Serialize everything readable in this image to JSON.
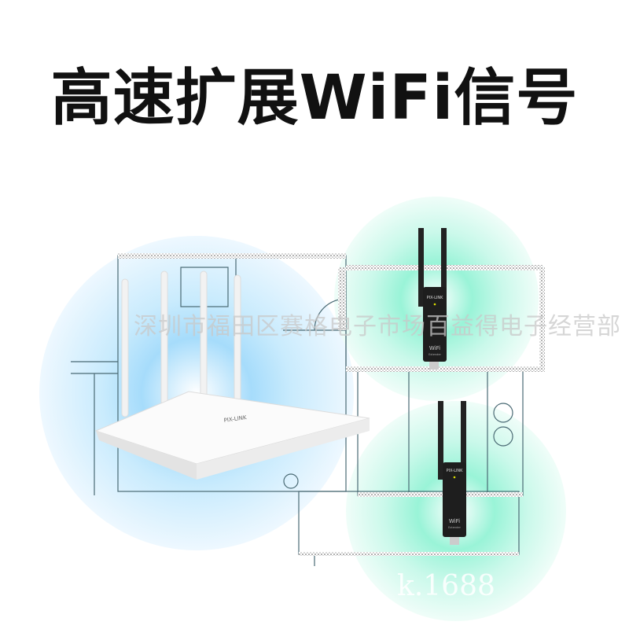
{
  "headline": "高速扩展WiFi信号",
  "watermark": "深圳市福田区赛格电子市场百益得电子经营部",
  "watermark_partial": "k.1688",
  "router": {
    "brand": "PIX-LINK"
  },
  "extenders": [
    {
      "brand": "PIX-LINK",
      "label": "WiFi",
      "sublabel": "Extender"
    },
    {
      "brand": "PIX-LINK",
      "label": "WiFi",
      "sublabel": "Extender"
    }
  ],
  "colors": {
    "router_signal": "#b9e4fb",
    "extender_signal": "#8ff0d2",
    "title": "#111111"
  }
}
